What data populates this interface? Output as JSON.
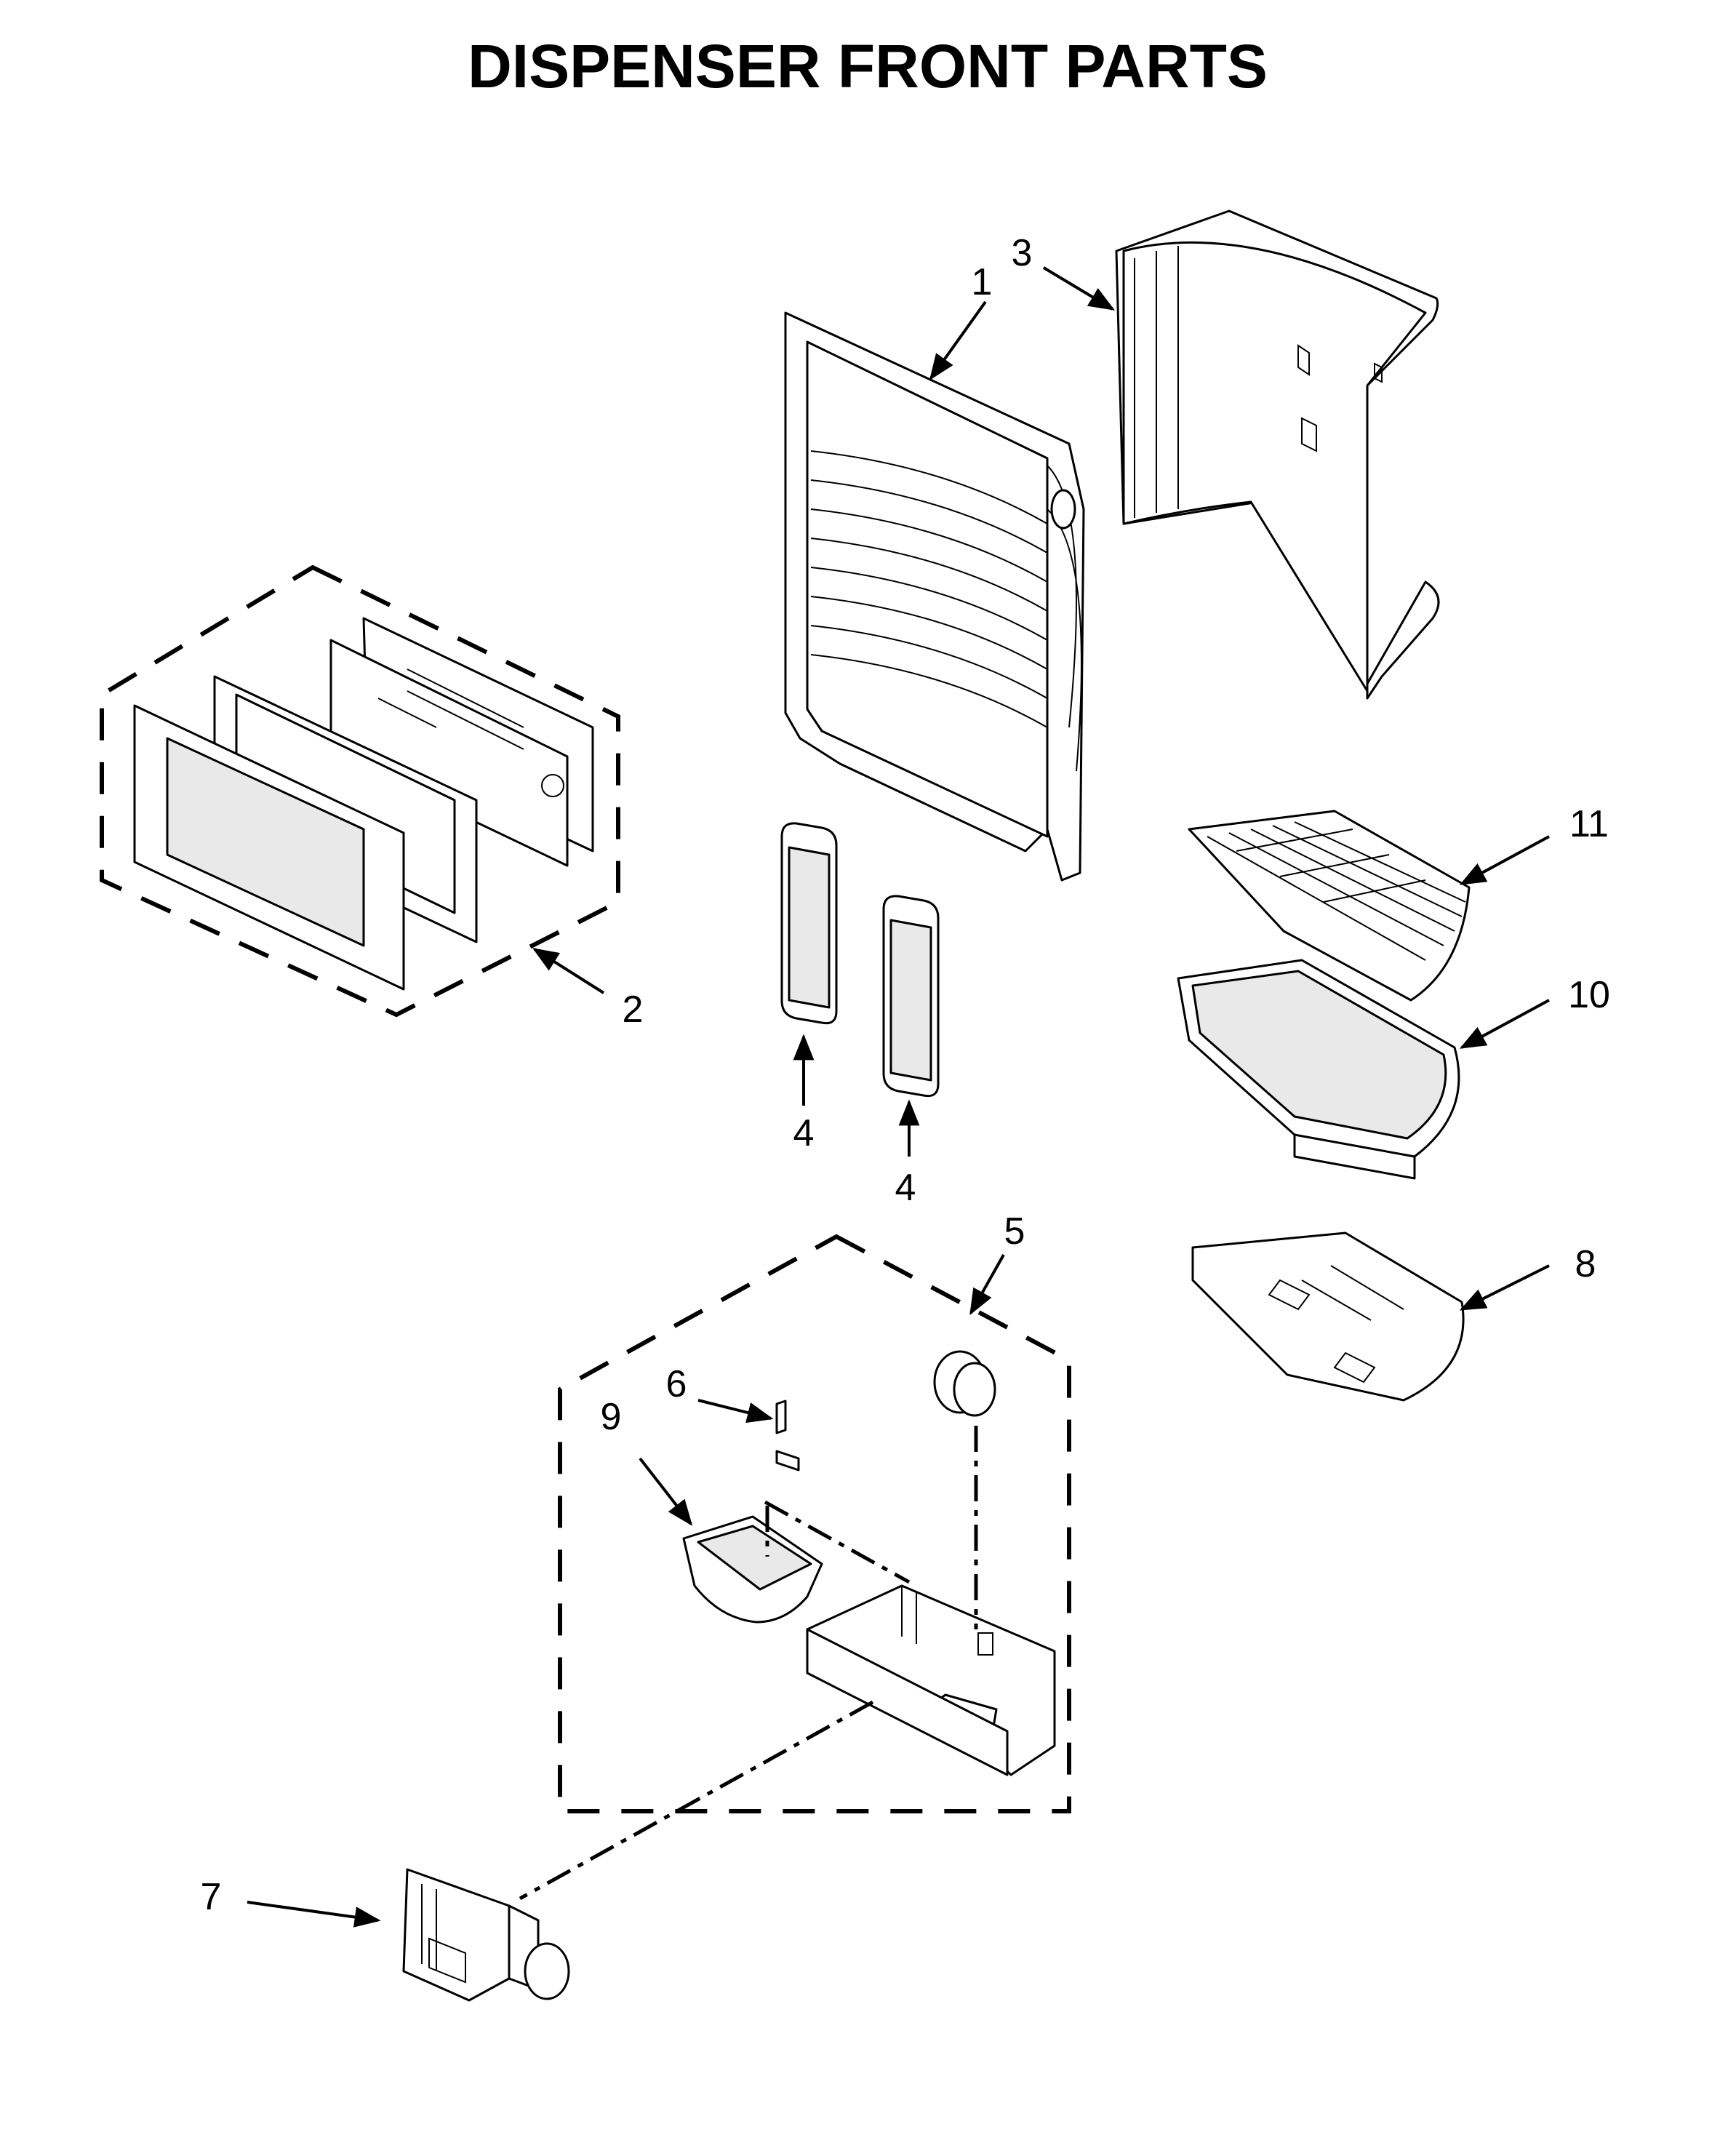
{
  "title": "DISPENSER FRONT PARTS",
  "callouts": {
    "c1": "1",
    "c2": "2",
    "c3": "3",
    "c4a": "4",
    "c4b": "4",
    "c5": "5",
    "c6": "6",
    "c7": "7",
    "c8": "8",
    "c9": "9",
    "c10": "10",
    "c11": "11"
  }
}
